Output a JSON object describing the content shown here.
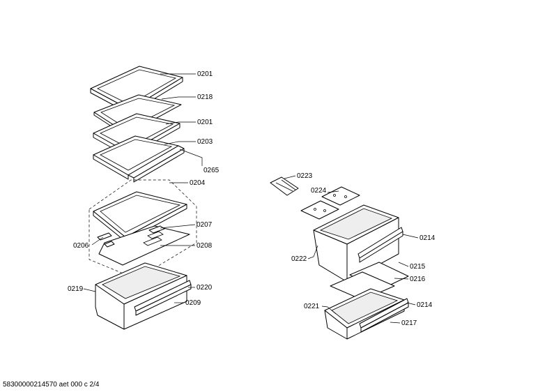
{
  "callouts": {
    "c0201a": "0201",
    "c0218": "0218",
    "c0201b": "0201",
    "c0203": "0203",
    "c0265": "0265",
    "c0204": "0204",
    "c0207": "0207",
    "c0206": "0206",
    "c0208": "0208",
    "c0219": "0219",
    "c0220": "0220",
    "c0209": "0209",
    "c0223": "0223",
    "c0224": "0224",
    "c0214a": "0214",
    "c0222": "0222",
    "c0215": "0215",
    "c0216": "0216",
    "c0221": "0221",
    "c0214b": "0214",
    "c0217": "0217"
  },
  "footer": "58300000214570 aet 000 c 2/4"
}
